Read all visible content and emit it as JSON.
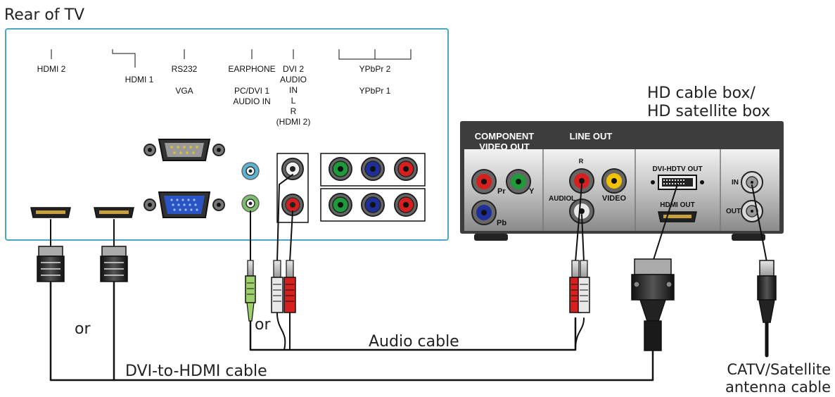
{
  "title": "Rear of TV",
  "tv_port_labels": {
    "hdmi2": "HDMI 2",
    "hdmi1": "HDMI 1",
    "rs232": "RS232",
    "vga": "VGA",
    "earphone": "EARPHONE",
    "pcdvi1_a": "PC/DVI 1",
    "pcdvi1_b": "AUDIO IN",
    "dvi2_a": "DVI 2",
    "dvi2_b": "AUDIO",
    "dvi2_c": "IN",
    "dvi2_d": "L",
    "dvi2_e": "R",
    "dvi2_f": "(HDMI 2)",
    "ypbpr2": "YPbPr 2",
    "ypbpr1": "YPbPr 1"
  },
  "box": {
    "title_a": "HD cable box/",
    "title_b": "HD satellite box",
    "component_a": "COMPONENT",
    "component_b": "VIDEO OUT",
    "pr": "Pr",
    "y": "Y",
    "pb": "Pb",
    "line_out": "LINE OUT",
    "r": "R",
    "l": "L",
    "audio": "AUDIO",
    "video": "VIDEO",
    "dvi_out": "DVI-HDTV OUT",
    "hdmi_out": "HDMI OUT",
    "in": "IN",
    "out": "OUT"
  },
  "cable_labels": {
    "or1": "or",
    "or2": "or",
    "audio_cable": "Audio cable",
    "dvi_hdmi_cable": "DVI-to-HDMI cable",
    "catv_a": "CATV/Satellite",
    "catv_b": "antenna cable"
  },
  "colors": {
    "panel_border": "#4aa8c0",
    "component_red": "#d62020",
    "component_green": "#1f9a3a",
    "component_blue": "#1e2f9a",
    "audio_red": "#d62020",
    "audio_white": "#e8e8e8",
    "jack_blue": "#5bb5d6",
    "jack_green": "#7cc06c",
    "video_yellow": "#f2c200",
    "box_body": "#3d3d3d"
  }
}
